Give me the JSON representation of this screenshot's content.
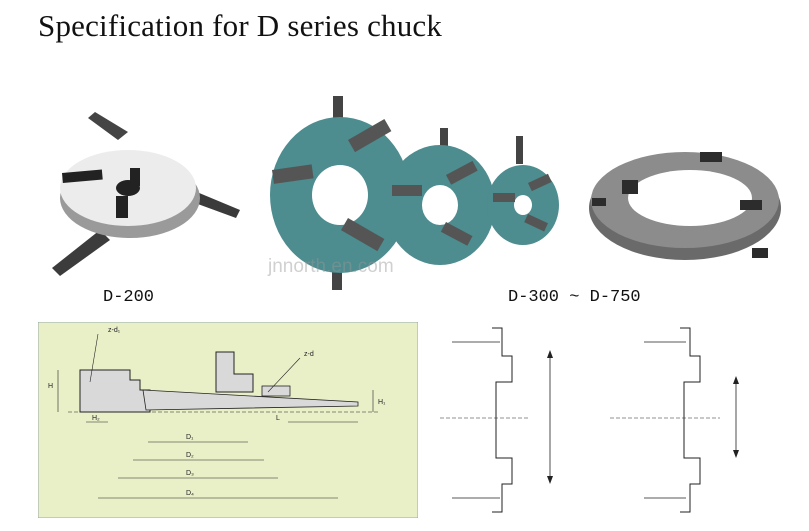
{
  "title": "Specification for D series chuck",
  "labels": {
    "small_model": "D-200",
    "range_model": "D-300 ~ D-750"
  },
  "watermark": "jnnorth.en.com",
  "drawing": {
    "labels": [
      "z-d₁",
      "z-d",
      "H",
      "H₂",
      "H₁",
      "L",
      "D₁",
      "D₂",
      "D₃",
      "D₄"
    ]
  },
  "colors": {
    "chuck_face": "#4d8c8f",
    "chuck_face_light": "#e8e8e8",
    "drawing_bg": "#e9f0c8",
    "line": "#222222"
  }
}
